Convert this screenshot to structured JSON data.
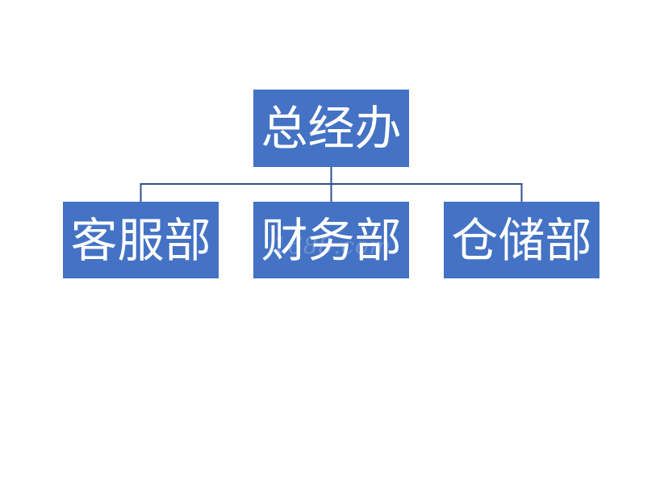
{
  "diagram": {
    "type": "org-chart",
    "colors": {
      "box_fill": "#4472c4",
      "box_text": "#ffffff",
      "connector": "#2f4f8f",
      "background": "#ffffff"
    },
    "root": {
      "label": "总经办"
    },
    "children": [
      {
        "label": "客服部"
      },
      {
        "label": "财务部"
      },
      {
        "label": "仓储部"
      }
    ],
    "watermark": "1688.com"
  }
}
